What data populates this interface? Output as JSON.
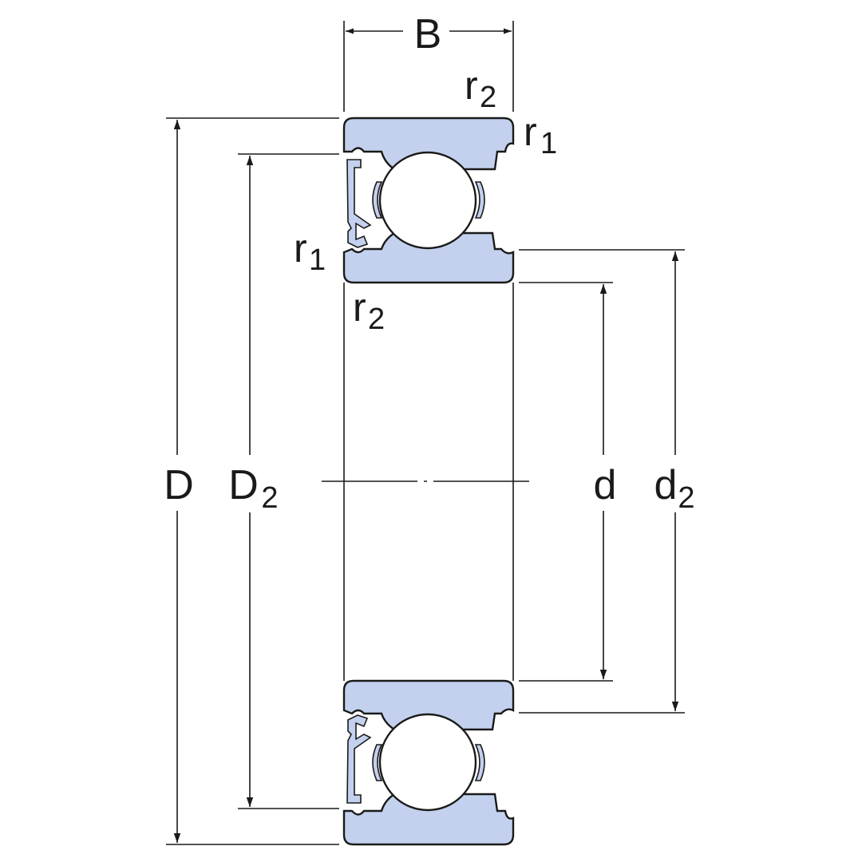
{
  "diagram": {
    "labels": {
      "width": "B",
      "outer_diameter": "D",
      "shoulder_outer": "D",
      "shoulder_outer_sub": "2",
      "bore": "d",
      "shoulder_inner": "d",
      "shoulder_inner_sub": "2",
      "r_letter": "r",
      "r1_sub": "1",
      "r2_sub": "2"
    },
    "colors": {
      "ring_fill": "#c3d1ee",
      "line": "#1a1a1a",
      "background": "#ffffff"
    }
  }
}
